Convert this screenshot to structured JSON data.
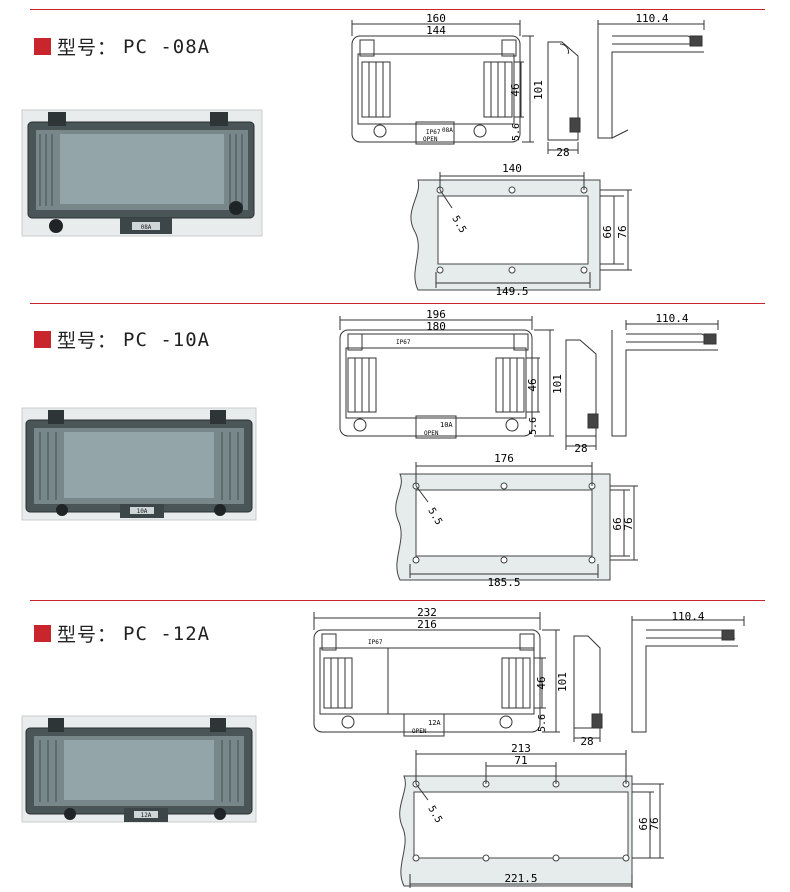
{
  "sections": [
    {
      "label_prefix": "型号：",
      "model": "PC -08A",
      "photo_label": "08A",
      "front": {
        "outer_width": "160",
        "inner_width": "144",
        "height_outer": "101",
        "height_inner": "46",
        "bottom": "5.6"
      },
      "side": {
        "depth": "28"
      },
      "profile": {
        "length": "110.4"
      },
      "cutout": {
        "hole_spacing": "140",
        "outer_width": "149.5",
        "height_outer": "76",
        "height_inner": "66",
        "hole_dia": "5.5"
      },
      "badge": "08A"
    },
    {
      "label_prefix": "型号：",
      "model": "PC -10A",
      "photo_label": "10A",
      "front": {
        "outer_width": "196",
        "inner_width": "180",
        "height_outer": "101",
        "height_inner": "46",
        "bottom": "5.6"
      },
      "side": {
        "depth": "28"
      },
      "profile": {
        "length": "110.4"
      },
      "cutout": {
        "hole_spacing": "176",
        "outer_width": "185.5",
        "height_outer": "76",
        "height_inner": "66",
        "hole_dia": "5.5"
      },
      "badge": "10A"
    },
    {
      "label_prefix": "型号：",
      "model": "PC -12A",
      "photo_label": "12A",
      "front": {
        "outer_width": "232",
        "inner_width": "216",
        "height_outer": "101",
        "height_inner": "46",
        "bottom": "5.6"
      },
      "side": {
        "depth": "28"
      },
      "profile": {
        "length": "110.4"
      },
      "cutout": {
        "hole_spacing": "213",
        "hole_spacing_mid": "71",
        "outer_width": "221.5",
        "height_outer": "76",
        "height_inner": "66",
        "hole_dia": "5.5"
      },
      "badge": "12A"
    }
  ],
  "open_label": "OPEN",
  "ip_label": "IP67",
  "colors": {
    "accent": "#c9252c",
    "line": "#333333",
    "panel": "#e6ebec"
  }
}
